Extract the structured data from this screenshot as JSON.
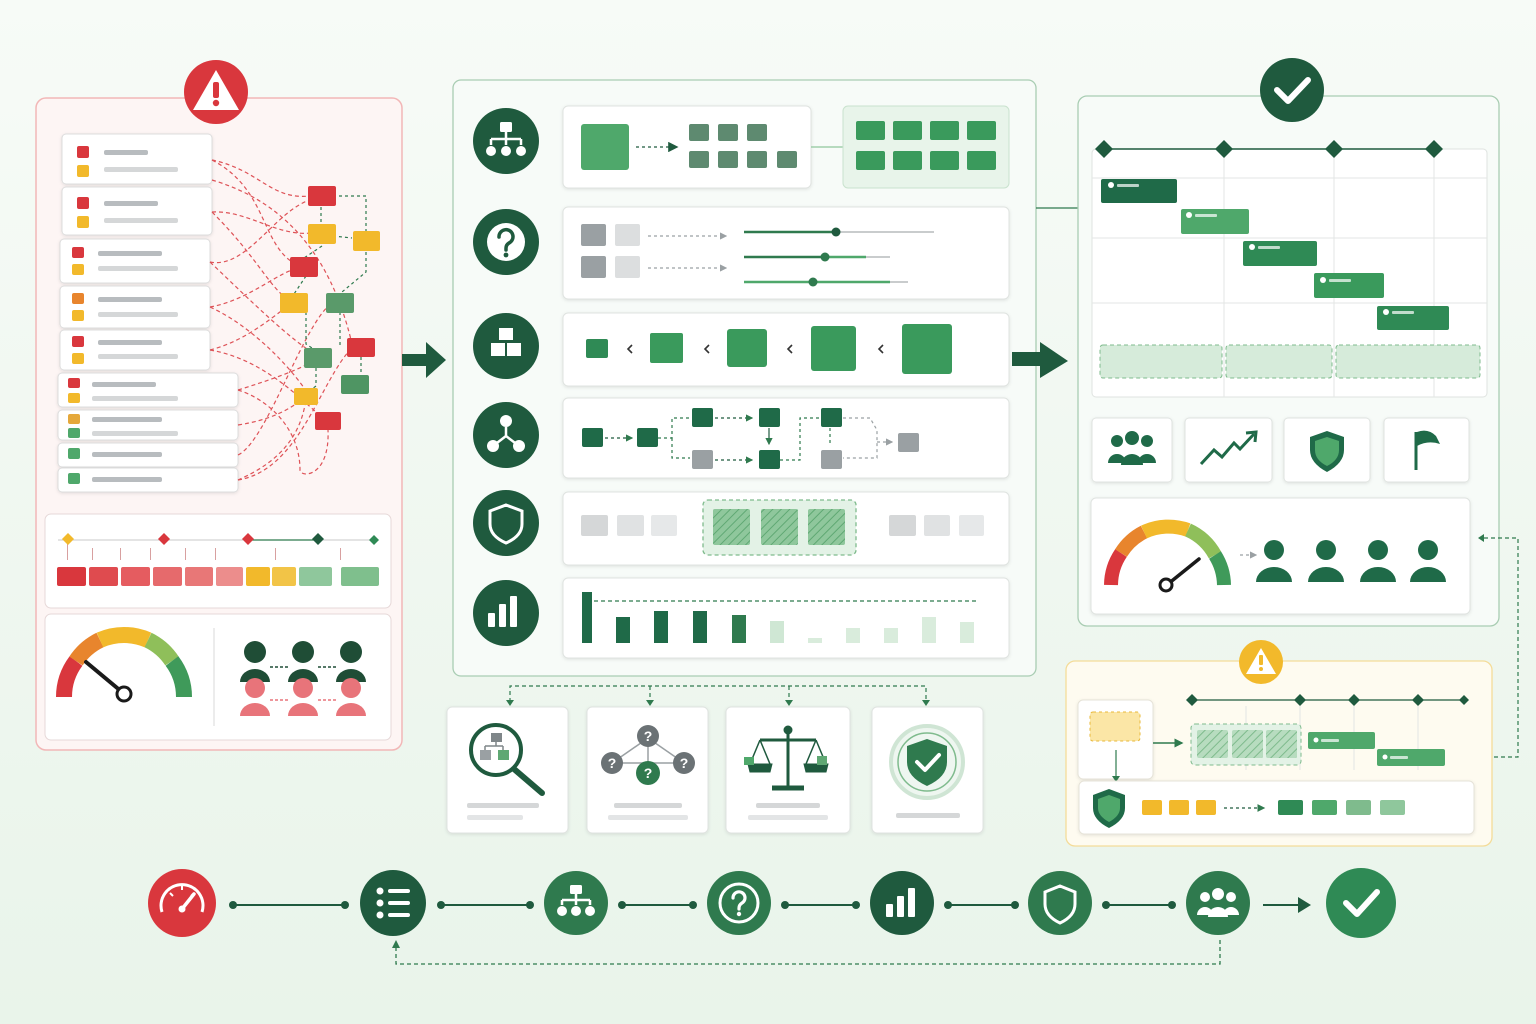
{
  "colors": {
    "dark_green": "#1f5a3e",
    "green": "#2f8a55",
    "mid_green": "#4fa86b",
    "light_green": "#8fc79c",
    "pale_green": "#d9ecdc",
    "red": "#d9373d",
    "light_red": "#e5878a",
    "orange": "#e8852d",
    "yellow": "#f2b92b",
    "gray": "#9aa0a3",
    "light_gray": "#d5d7d8",
    "panel_border_red": "#f2b7b7",
    "panel_border_green": "#a9cdb3",
    "panel_border_yellow": "#f4dc99"
  },
  "panels": {
    "problem": {
      "badge_icon": "warning-icon",
      "state": "at-risk"
    },
    "process": {
      "rows": [
        {
          "icon": "hierarchy-icon",
          "content": "decomposition"
        },
        {
          "icon": "question-icon",
          "content": "uncertainty-ranges"
        },
        {
          "icon": "blocks-icon",
          "content": "size-ordering"
        },
        {
          "icon": "network-icon",
          "content": "dependencies"
        },
        {
          "icon": "shield-icon",
          "content": "buffer"
        },
        {
          "icon": "bar-chart-icon",
          "content": "variance"
        }
      ],
      "tools": [
        "magnifier-icon",
        "question-network-icon",
        "scale-icon",
        "shield-check-icon"
      ]
    },
    "plan": {
      "badge_icon": "check-icon",
      "cards": [
        "team-icon",
        "trend-icon",
        "shield-icon",
        "flag-icon"
      ]
    },
    "risk": {
      "badge_icon": "warning-icon"
    }
  },
  "flow": {
    "steps": [
      "speedometer-icon",
      "list-icon",
      "hierarchy-icon",
      "question-icon",
      "bar-chart-icon",
      "shield-icon",
      "team-icon",
      "check-icon"
    ]
  }
}
